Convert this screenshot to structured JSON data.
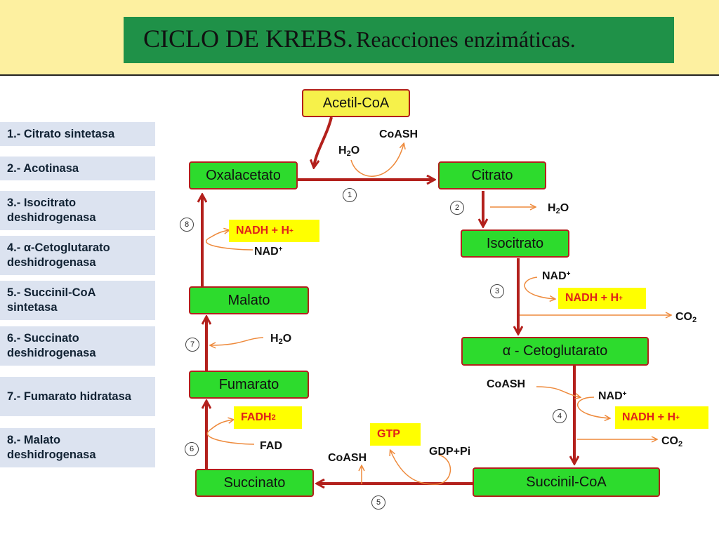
{
  "title": {
    "main": "CICLO DE KREBS.",
    "sub": "Reacciones enzimáticas."
  },
  "enzymes": [
    "1.- Citrato sintetasa",
    "2.- Acotinasa",
    "3.- Isocitrato deshidrogenasa",
    "4.- α-Cetoglutarato deshidrogenasa",
    "5.- Succinil-CoA sintetasa",
    "6.- Succinato deshidrogenasa",
    "7.- Fumarato hidratasa",
    "8.- Malato deshidrogenasa"
  ],
  "nodes": {
    "acetil": "Acetil-CoA",
    "oxalacetato": "Oxalacetato",
    "citrato": "Citrato",
    "isocitrato": "Isocitrato",
    "alpha": "α - Cetoglutarato",
    "succinil": "Succinil-CoA",
    "succinato": "Succinato",
    "fumarato": "Fumarato",
    "malato": "Malato"
  },
  "steps": [
    "1",
    "2",
    "3",
    "4",
    "5",
    "6",
    "7",
    "8"
  ],
  "labels": {
    "coash1": "CoASH",
    "h2o_1_base": "H",
    "h2o_1_sub": "2",
    "h2o_1_end": "O",
    "h2o_2_base": "H",
    "h2o_2_sub": "2",
    "h2o_2_end": "O",
    "nad3_base": "NAD",
    "nad3_sup": "+",
    "nadh3_base": "NADH + H",
    "nadh3_sup": "+",
    "co2_3_base": "CO",
    "co2_3_sub": "2",
    "coash4": "CoASH",
    "nad4_base": "NAD",
    "nad4_sup": "+",
    "nadh4_base": "NADH + H",
    "nadh4_sup": "+",
    "co2_4_base": "CO",
    "co2_4_sub": "2",
    "gtp": "GTP",
    "gdp": "GDP+Pi",
    "coash5": "CoASH",
    "fadh2_base": "FADH",
    "fadh2_sub": "2",
    "fad": "FAD",
    "h2o_7_base": "H",
    "h2o_7_sub": "2",
    "h2o_7_end": "O",
    "nadh8_base": "NADH + H",
    "nadh8_sup": "+",
    "nad8_base": "NAD",
    "nad8_sup": "+"
  },
  "colors": {
    "title_bg": "#1f9148",
    "header_bg": "#fdf0a0",
    "node_fill": "#2ddb2d",
    "node_border": "#b3201c",
    "main_arrow": "#b3201c",
    "side_arrow": "#ee8a3c",
    "highlight_fill": "#ffff00",
    "highlight_text": "#e0201a",
    "enzyme_bg": "#dce3f0"
  }
}
